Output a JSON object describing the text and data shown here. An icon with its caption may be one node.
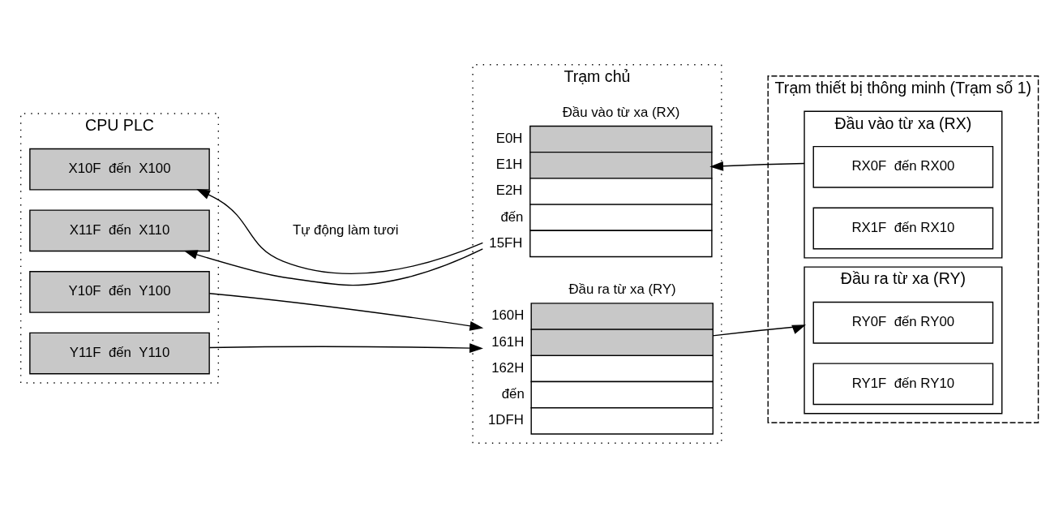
{
  "diagram": {
    "nodes": [
      {
        "text": [
          "CPU PLC"
        ]
      },
      {
        "text": [
          "X10F  đến  X100"
        ],
        "in": 0
      },
      {
        "text": [
          "X11F  đến  X110"
        ],
        "in": 0
      },
      {
        "text": [
          "Y10F  đến  Y100"
        ],
        "in": 0
      },
      {
        "text": [
          "Y11F  đến  Y110"
        ],
        "in": 0
      },
      {
        "text": [
          "Trạm chủ"
        ]
      },
      {
        "text": [
          "Đầu vào từ xa (RX)"
        ],
        "in": 5,
        "beside": [
          "E0H",
          "E1H",
          "E2H",
          "đến",
          "15FH"
        ]
      },
      {
        "text": [
          "Đầu ra từ xa (RY)"
        ],
        "in": 5,
        "beside": [
          "160H",
          "161H",
          "162H",
          "đến",
          "1DFH"
        ]
      },
      {
        "text": [
          "Trạm thiết bị thông minh (Trạm số 1)"
        ]
      },
      {
        "text": [
          "Đầu vào từ xa (RX)"
        ],
        "in": 8
      },
      {
        "text": [
          "RX0F  đến RX00"
        ],
        "in": 9
      },
      {
        "text": [
          "RX1F  đến RX10"
        ],
        "in": 9
      },
      {
        "text": [
          "Đầu ra từ xa (RY)"
        ],
        "in": 8
      },
      {
        "text": [
          "RY0F  đến RY00"
        ],
        "in": 12
      },
      {
        "text": [
          "RY1F  đến RY10"
        ],
        "in": 12
      }
    ],
    "edges": [
      {
        "from": 6,
        "to": 1,
        "arrow": "to"
      },
      {
        "from": 6,
        "to": 2,
        "arrow": "to"
      },
      {
        "from": 3,
        "to": 7,
        "arrow": "to"
      },
      {
        "from": 4,
        "to": 7,
        "arrow": "to"
      },
      {
        "from": 9,
        "to": 6,
        "arrow": "to"
      },
      {
        "from": 7,
        "to": 12,
        "arrow": "to"
      }
    ],
    "labels": [
      "Tự động làm tươi"
    ]
  }
}
